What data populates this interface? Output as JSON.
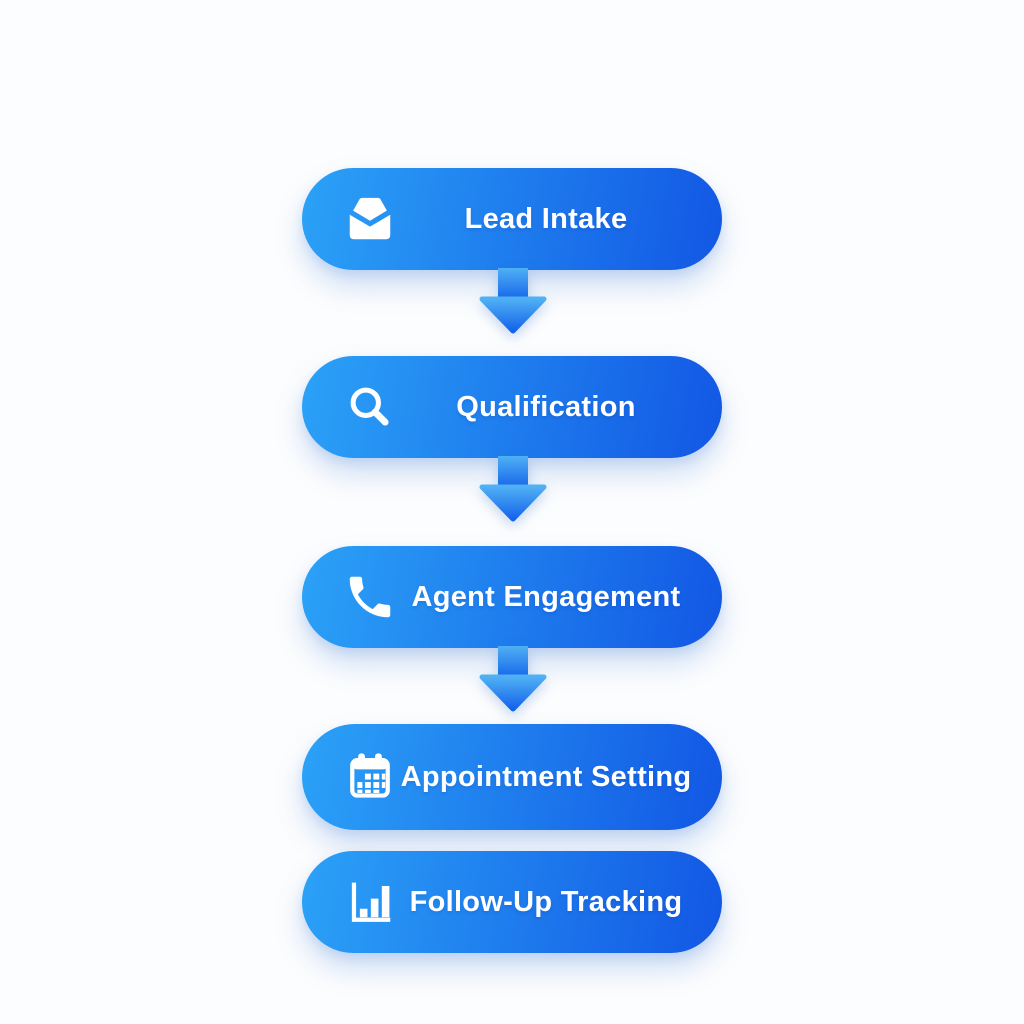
{
  "flow": {
    "direction": "vertical",
    "steps": [
      {
        "label": "Lead Intake",
        "icon": "envelope-icon"
      },
      {
        "label": "Qualification",
        "icon": "magnifier-icon"
      },
      {
        "label": "Agent Engagement",
        "icon": "phone-icon"
      },
      {
        "label": "Appointment Setting",
        "icon": "calendar-icon"
      },
      {
        "label": "Follow-Up Tracking",
        "icon": "bar-chart-icon"
      }
    ],
    "connectors": [
      {
        "from": "Lead Intake",
        "to": "Qualification",
        "type": "arrow-down"
      },
      {
        "from": "Qualification",
        "to": "Agent Engagement",
        "type": "arrow-down"
      },
      {
        "from": "Agent Engagement",
        "to": "Appointment Setting",
        "type": "arrow-down"
      }
    ]
  },
  "colors": {
    "pill_gradient_start": "#2ba2f7",
    "pill_gradient_end": "#1257e4",
    "arrow_gradient_start": "#4fb0f4",
    "arrow_gradient_end": "#1463ea",
    "label_text": "#ffffff",
    "background": "#fcfdfe"
  }
}
